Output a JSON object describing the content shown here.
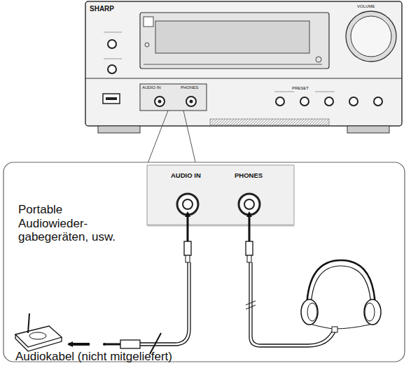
{
  "diagram": {
    "labels": [
      "SHARP",
      "VOLUME",
      "PRESET",
      "AUDIO IN",
      "PHONES",
      "AUDIO IN",
      "PHONES",
      "Portable Audiowieder- gabegeräten, usw.",
      "Audiokabel (nicht mitgeliefert)"
    ]
  }
}
